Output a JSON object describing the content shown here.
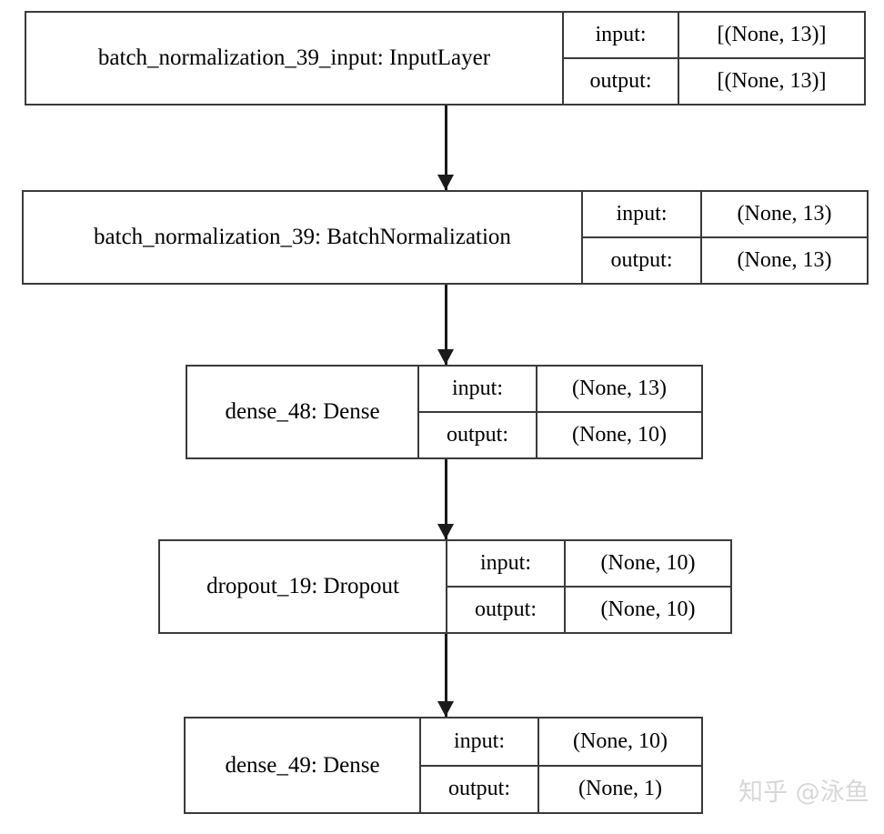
{
  "diagram": {
    "type": "keras-model-plot",
    "title": "",
    "io_labels": {
      "input": "input:",
      "output": "output:"
    },
    "nodes": [
      {
        "id": "batch_normalization_39_input",
        "name": "batch_normalization_39_input: InputLayer",
        "input_shape": "[(None, 13)]",
        "output_shape": "[(None, 13)]"
      },
      {
        "id": "batch_normalization_39",
        "name": "batch_normalization_39: BatchNormalization",
        "input_shape": "(None, 13)",
        "output_shape": "(None, 13)"
      },
      {
        "id": "dense_48",
        "name": "dense_48: Dense",
        "input_shape": "(None, 13)",
        "output_shape": "(None, 10)"
      },
      {
        "id": "dropout_19",
        "name": "dropout_19: Dropout",
        "input_shape": "(None, 10)",
        "output_shape": "(None, 10)"
      },
      {
        "id": "dense_49",
        "name": "dense_49: Dense",
        "input_shape": "(None, 10)",
        "output_shape": "(None, 1)"
      }
    ],
    "edges": [
      {
        "from": "batch_normalization_39_input",
        "to": "batch_normalization_39"
      },
      {
        "from": "batch_normalization_39",
        "to": "dense_48"
      },
      {
        "from": "dense_48",
        "to": "dropout_19"
      },
      {
        "from": "dropout_19",
        "to": "dense_49"
      }
    ]
  },
  "watermark": {
    "text": "知乎 @泳鱼",
    "color": "#d8d8d8"
  }
}
